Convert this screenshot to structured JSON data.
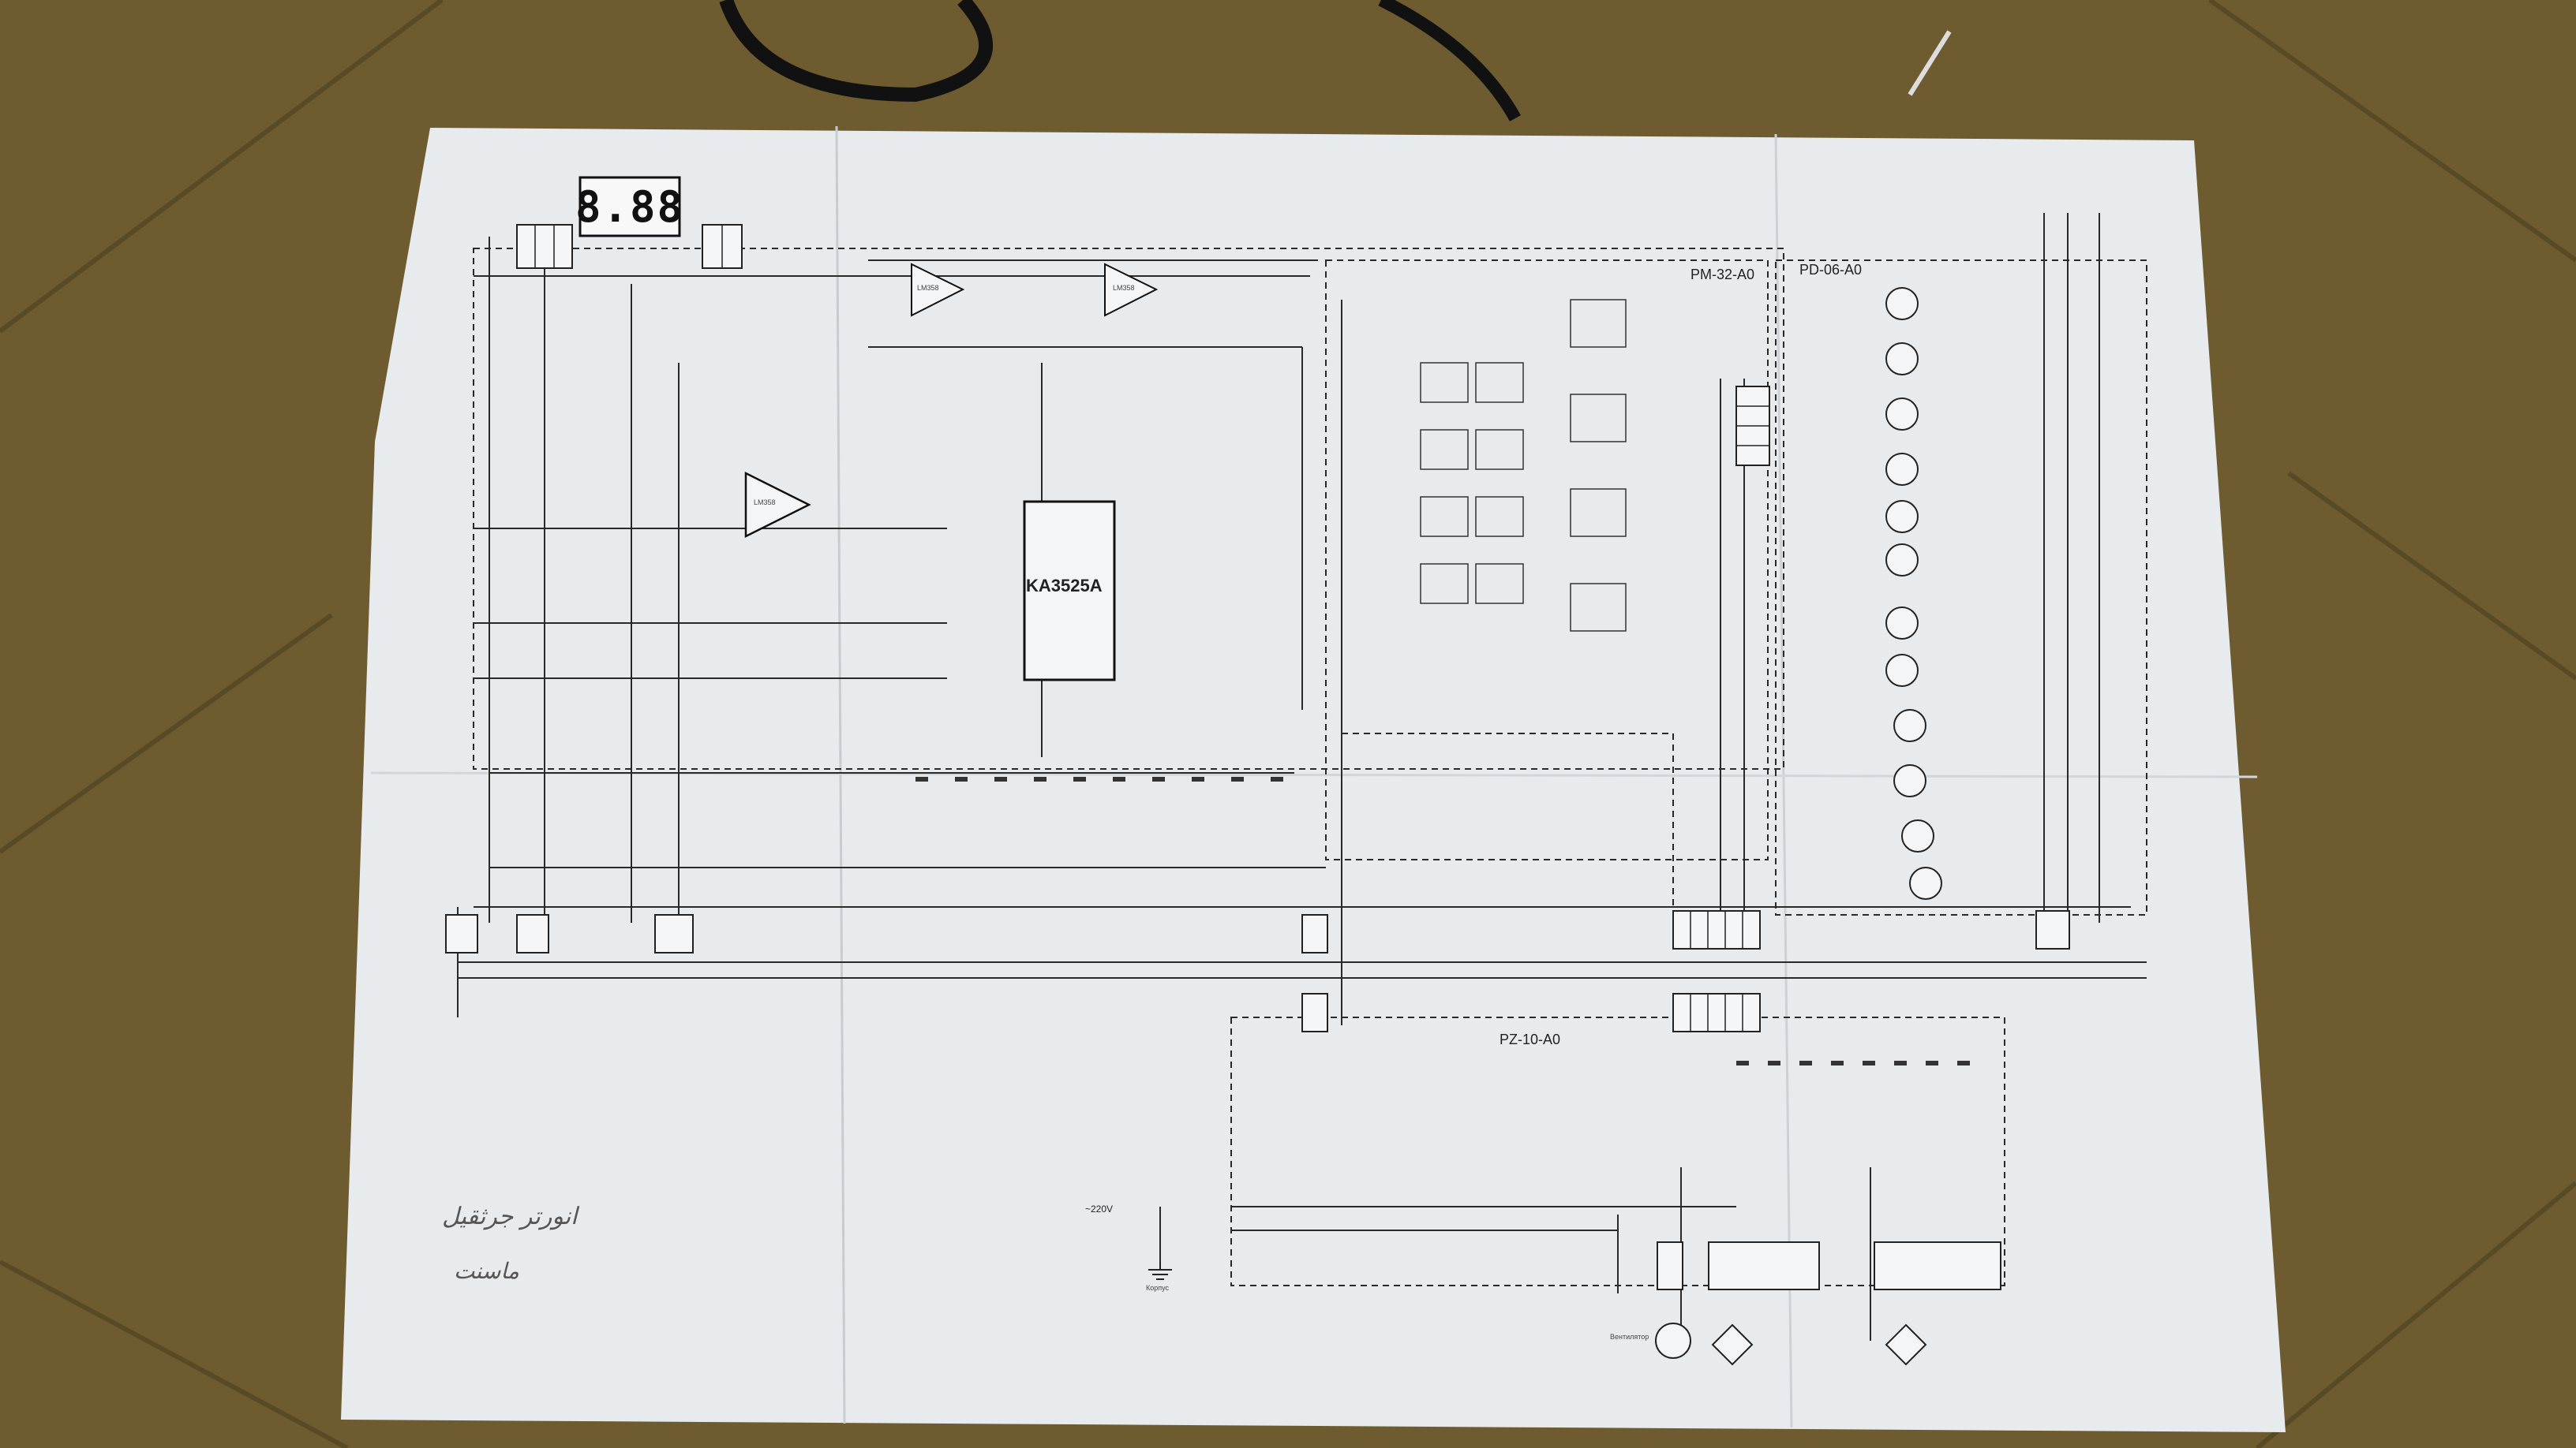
{
  "photo": {
    "background": "#6b5a2e",
    "paper_color": "#e9ecef",
    "ink_color": "#2a2a2a"
  },
  "schematic": {
    "display_digits": "8.88",
    "chips": {
      "pwm_controller": "KA3525A",
      "opamp": "LM358",
      "buffer_left": "LM358",
      "buffer_right": "LM358"
    },
    "modules": {
      "power_module": "PM-32-A0",
      "diode_module": "PD-06-A0",
      "relay_module": "PZ-10-A0"
    },
    "supply_label": "~220V",
    "ground_label": "Корпус",
    "motor_label": "Вентилятор"
  },
  "handwriting": {
    "note_left_line1": "انورتر جرثقيل",
    "note_left_line2": "ماسنت"
  }
}
